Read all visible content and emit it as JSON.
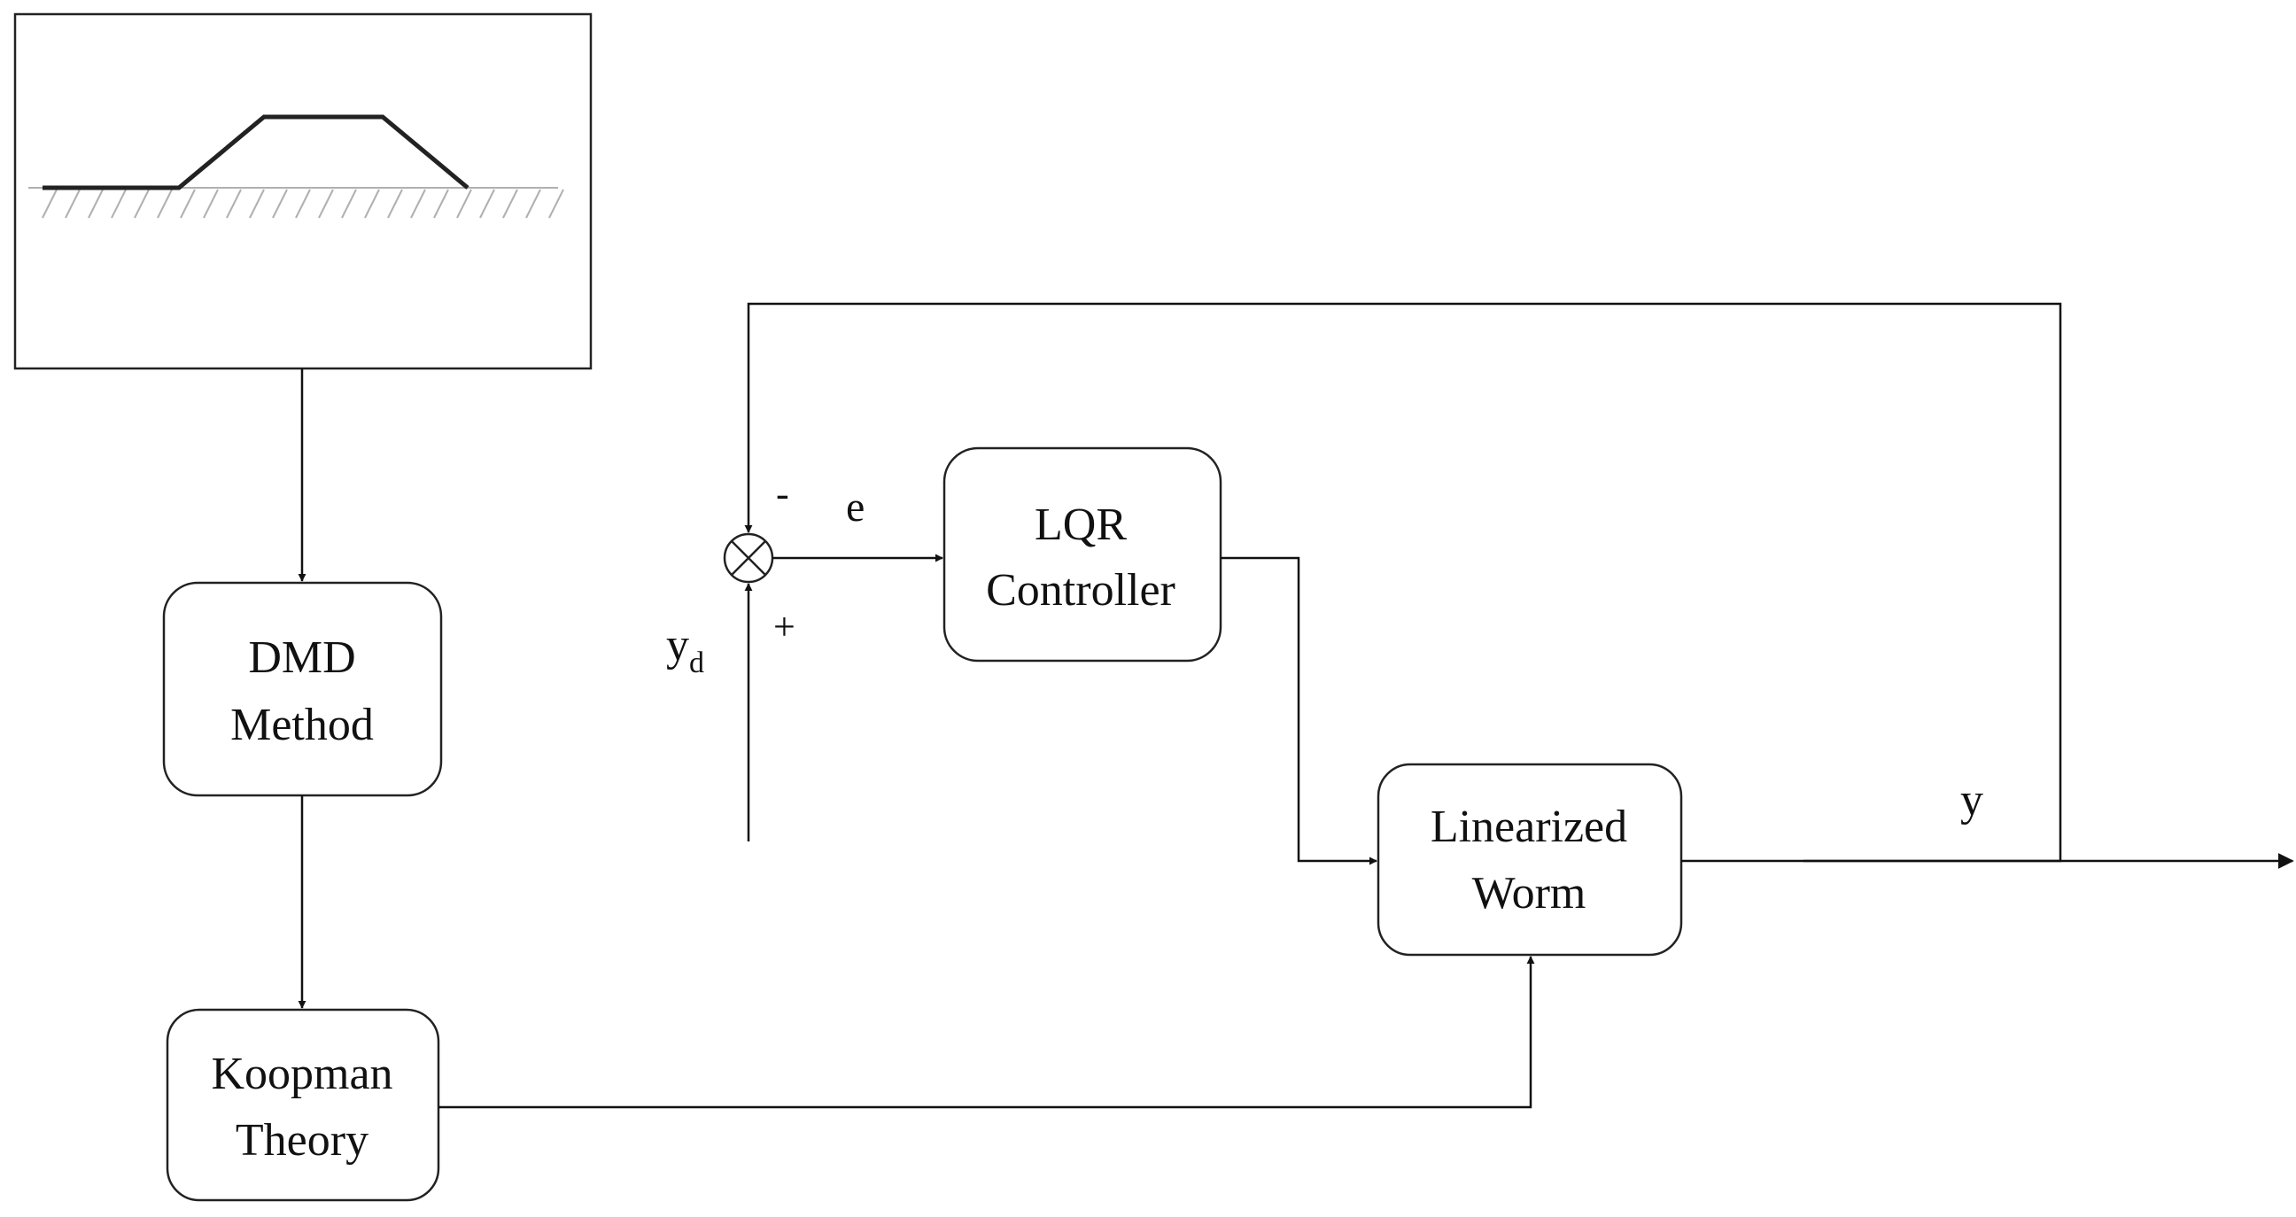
{
  "blocks": {
    "dmd": {
      "line1": "DMD",
      "line2": "Method"
    },
    "koopman": {
      "line1": "Koopman",
      "line2": "Theory"
    },
    "lqr": {
      "line1": "LQR",
      "line2": "Controller"
    },
    "worm": {
      "line1": "Linearized",
      "line2": "Worm"
    }
  },
  "signals": {
    "error": "e",
    "minus_sign": "-",
    "plus_sign": "+",
    "reference": "y",
    "reference_subscript": "d",
    "output": "y"
  },
  "inset": {
    "description_icon": "worm-on-ground-icon"
  },
  "colors": {
    "stroke": "#111111",
    "block_border": "#222222",
    "background": "#ffffff",
    "hatch": "#b0b0b0"
  }
}
